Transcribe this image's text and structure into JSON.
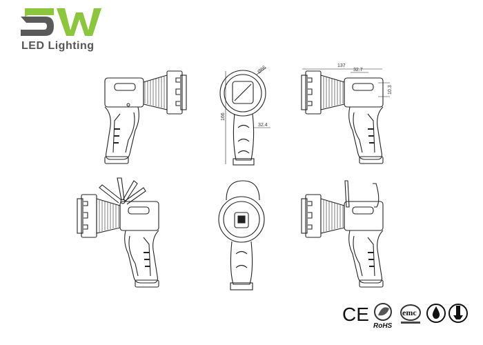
{
  "brand": {
    "logo_letters": "SW",
    "tagline": "LED Lighting",
    "green": "#8cc63f",
    "gray": "#5a5a5a"
  },
  "dimensions": {
    "diameter": "Ø66",
    "height": "166",
    "grip_width": "32.4",
    "length": "137",
    "top_width": "32.7",
    "top_height": "10.3"
  },
  "certifications": [
    {
      "label": "CE",
      "icon": "ce-mark-icon"
    },
    {
      "label": "RoHS",
      "icon": "rohs-icon"
    },
    {
      "label": "emc",
      "icon": "emc-icon"
    },
    {
      "label": "",
      "icon": "waterproof-icon"
    },
    {
      "label": "",
      "icon": "impact-resistant-icon"
    }
  ]
}
